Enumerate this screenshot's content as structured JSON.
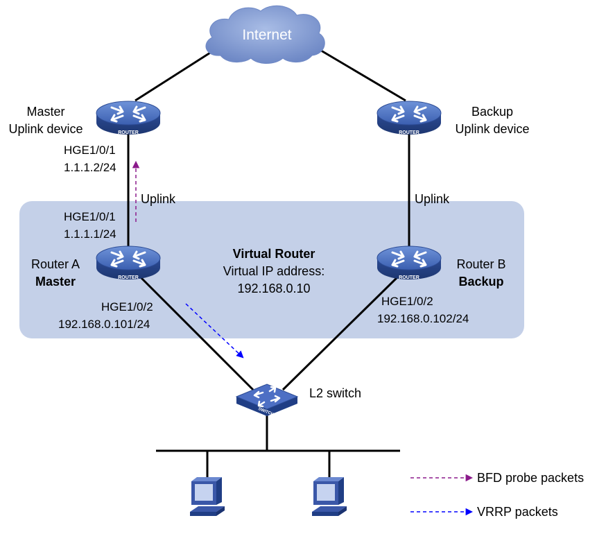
{
  "internet": {
    "label": "Internet"
  },
  "master_uplink": {
    "line1": "Master",
    "line2": "Uplink device",
    "port": "HGE1/0/1",
    "ip": "1.1.1.2/24"
  },
  "backup_uplink": {
    "line1": "Backup",
    "line2": "Uplink device"
  },
  "router_a": {
    "name": "Router A",
    "role": "Master",
    "uplink_port": "HGE1/0/1",
    "uplink_ip": "1.1.1.1/24",
    "down_port": "HGE1/0/2",
    "down_ip": "192.168.0.101/24"
  },
  "router_b": {
    "name": "Router B",
    "role": "Backup",
    "down_port": "HGE1/0/2",
    "down_ip": "192.168.0.102/24"
  },
  "virtual_router": {
    "title": "Virtual Router",
    "line2": "Virtual IP address:",
    "ip": "192.168.0.10"
  },
  "links": {
    "uplink_left": "Uplink",
    "uplink_right": "Uplink"
  },
  "switch": {
    "label": "L2 switch",
    "badge": "SWITCH"
  },
  "router_badge": "ROUTER",
  "legend": {
    "bfd": "BFD probe packets",
    "vrrp": "VRRP packets"
  },
  "colors": {
    "vr_box": "#c4d0e8",
    "router_body": "#3b5fb0",
    "bfd_arrow": "#8b1a8b",
    "vrrp_arrow": "#0000ff",
    "cloud": "#7d96cf"
  }
}
